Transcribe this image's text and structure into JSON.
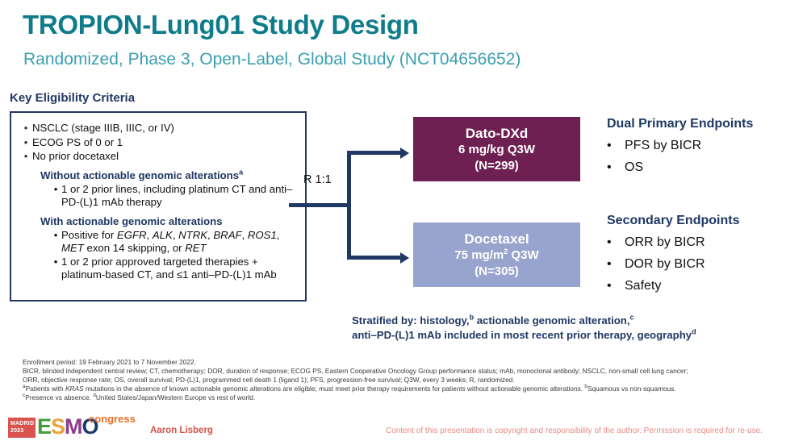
{
  "header": {
    "title": "TROPION-Lung01 Study Design",
    "subtitle": "Randomized, Phase 3, Open-Label, Global Study (NCT04656652)"
  },
  "eligibility": {
    "heading": "Key Eligibility Criteria",
    "bullet": "•",
    "criteria": [
      "NSCLC (stage IIIB, IIIC, or IV)",
      "ECOG PS of 0 or 1",
      "No prior docetaxel"
    ],
    "groups": [
      {
        "heading": "Without actionable genomic alterations",
        "heading_sup": "a",
        "items_html": [
          "1 or 2 prior lines, including platinum CT and anti–PD-(L)1 mAb therapy"
        ]
      },
      {
        "heading": "With actionable genomic alterations",
        "heading_sup": "",
        "items_html": [
          "Positive for <i class=\"gene\">EGFR</i>, <i class=\"gene\">ALK</i>, <i class=\"gene\">NTRK</i>, <i class=\"gene\">BRAF</i>, <i class=\"gene\">ROS1</i>, <i class=\"gene\">MET</i> exon 14 skipping, or <i class=\"gene\">RET</i>",
          "1 or 2 prior approved targeted therapies + platinum-based CT, and ≤1 anti–PD-(L)1 mAb"
        ]
      }
    ]
  },
  "randomization": {
    "label": "R 1:1"
  },
  "arms": [
    {
      "name": "Dato-DXd",
      "dose": "6 mg/kg Q3W",
      "n": "(N=299)",
      "color": "#6e2053"
    },
    {
      "name": "Docetaxel",
      "dose_pre": "75 mg/m",
      "dose_sup": "2",
      "dose_post": " Q3W",
      "dose": "75 mg/m2 Q3W",
      "n": "(N=305)",
      "color": "#99a4ce"
    }
  ],
  "endpoints": {
    "bullet": "•",
    "primary": {
      "heading": "Dual Primary Endpoints",
      "items": [
        "PFS by BICR",
        "OS"
      ]
    },
    "secondary": {
      "heading": "Secondary Endpoints",
      "items": [
        "ORR by BICR",
        "DOR by BICR",
        "Safety"
      ]
    }
  },
  "stratified": {
    "line1_pre": "Stratified by: histology,",
    "line1_sup1": "b",
    "line1_mid": " actionable genomic alteration,",
    "line1_sup2": "c",
    "line2_pre": "anti–PD-(L)1 mAb included in most recent prior therapy, geography",
    "line2_sup": "d"
  },
  "footnotes": {
    "line1": "Enrollment period: 19 February 2021 to 7 November 2022.",
    "line2": "BICR, blinded independent central review; CT, chemotherapy; DOR, duration of response; ECOG PS, Eastern Cooperative Oncology Group performance status; mAb, monoclonal antibody; NSCLC, non-small cell lung cancer;",
    "line3": "ORR, objective response rate; OS, overall survival; PD-(L)1, programmed cell death 1 (ligand 1); PFS, progression-free survival; Q3W, every 3 weeks; R, randomized.",
    "line4_a": "a",
    "line4_pre": "Patients with ",
    "line4_gene": "KRAS",
    "line4_post": " mutations in the absence of known actionable genomic alterations are eligible; must meet prior therapy requirements for patients without actionable genomic alterations. ",
    "line4_b": "b",
    "line4_end": "Squamous vs non-squamous.",
    "line5_c": "c",
    "line5_mid": "Presence vs absence. ",
    "line5_d": "d",
    "line5_end": "United States/Japan/Western Europe vs rest of world."
  },
  "bottom": {
    "logo_city": "MADRID",
    "logo_year": "2023",
    "logo_e": "E",
    "logo_s": "S",
    "logo_m": "M",
    "logo_o": "O",
    "logo_congress": "congress",
    "presenter": "Aaron Lisberg",
    "copyright": "Content of this presentation is copyright and responsibility of the author. Permission is required for re-use."
  }
}
